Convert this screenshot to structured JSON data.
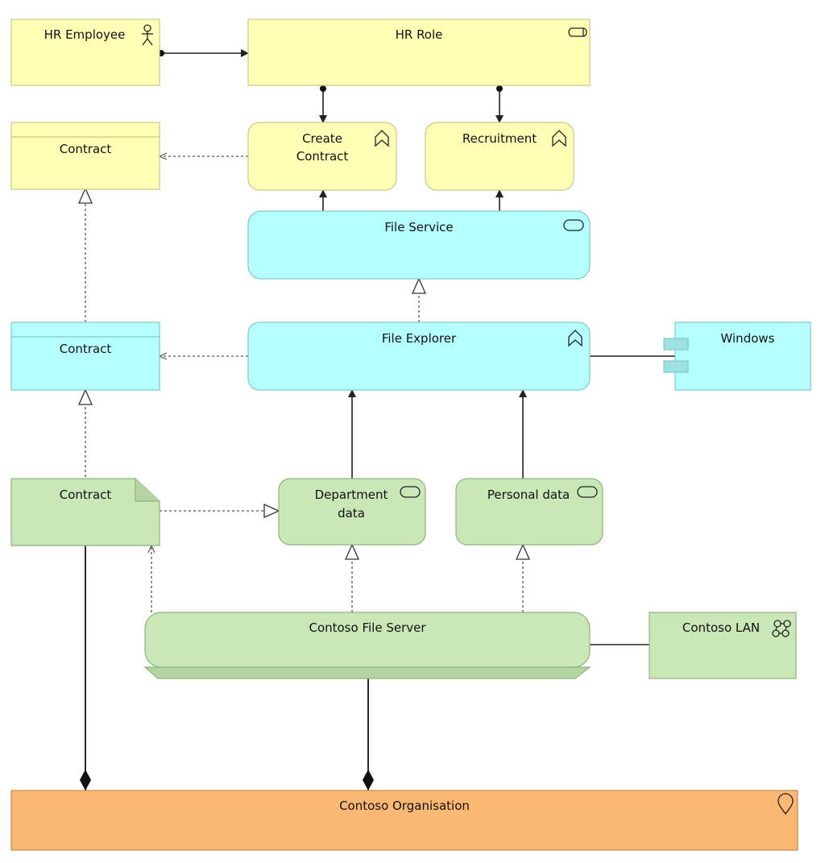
{
  "colors": {
    "business": "#ffffb5",
    "business_border": "#c8c88a",
    "application": "#b5ffff",
    "application_border": "#7fc9c9",
    "technology": "#c9e7b7",
    "technology_border": "#8fb47c",
    "location": "#fbb875",
    "location_border": "#c98a4c",
    "line": "#222222",
    "dotted": "#555555"
  },
  "nodes": {
    "hr_employee": {
      "label": "HR Employee",
      "icon": "actor-icon"
    },
    "hr_role": {
      "label": "HR Role",
      "icon": "role-icon"
    },
    "contract_business": {
      "label": "Contract",
      "icon": "business-object"
    },
    "create_contract": {
      "label_line1": "Create",
      "label_line2": "Contract",
      "icon": "process-icon"
    },
    "recruitment": {
      "label": "Recruitment",
      "icon": "process-icon"
    },
    "file_service": {
      "label": "File Service",
      "icon": "service-icon"
    },
    "contract_data": {
      "label": "Contract",
      "icon": "data-object"
    },
    "file_explorer": {
      "label": "File Explorer",
      "icon": "function-icon"
    },
    "windows": {
      "label": "Windows",
      "icon": "component-icon"
    },
    "contract_artifact": {
      "label": "Contract",
      "icon": "artifact"
    },
    "department_data": {
      "label_line1": "Department",
      "label_line2": "data",
      "icon": "service-icon"
    },
    "personal_data": {
      "label": "Personal data",
      "icon": "service-icon"
    },
    "contoso_file_server": {
      "label": "Contoso File Server",
      "icon": "device"
    },
    "contoso_lan": {
      "label": "Contoso LAN",
      "icon": "network-icon"
    },
    "contoso_organisation": {
      "label": "Contoso Organisation",
      "icon": "location-icon"
    }
  }
}
